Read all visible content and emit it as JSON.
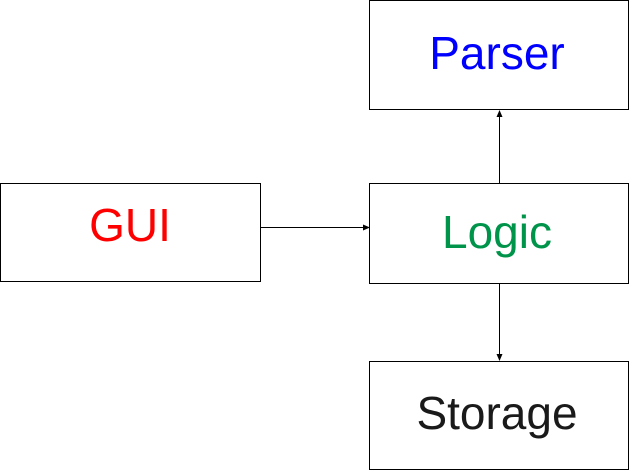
{
  "nodes": {
    "gui": {
      "label": "GUI",
      "color": "#ff0000"
    },
    "parser": {
      "label": "Parser",
      "color": "#0000ff"
    },
    "logic": {
      "label": "Logic",
      "color": "#00944a"
    },
    "storage": {
      "label": "Storage",
      "color": "#1a1a1a"
    }
  },
  "edges": [
    {
      "from": "gui",
      "to": "logic"
    },
    {
      "from": "logic",
      "to": "parser"
    },
    {
      "from": "logic",
      "to": "storage"
    }
  ]
}
